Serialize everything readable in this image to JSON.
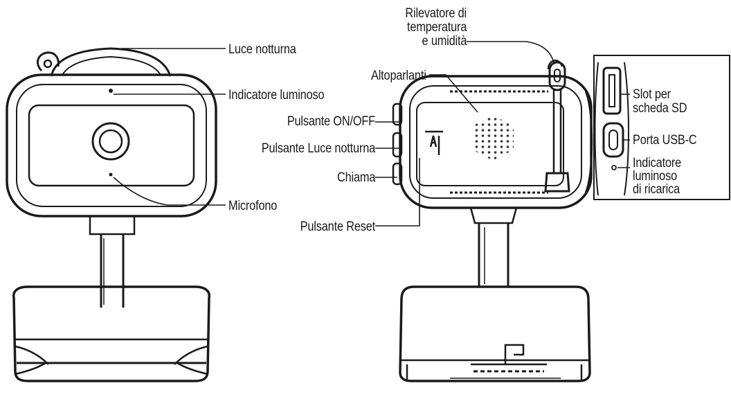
{
  "labels": {
    "luce_notturna": "Luce notturna",
    "indicatore_luminoso": "Indicatore luminoso",
    "pulsante_on_off": "Pulsante ON/OFF",
    "pulsante_luce_notturna": "Pulsante Luce notturna",
    "chiama": "Chiama",
    "microfono": "Microfono",
    "pulsante_reset": "Pulsante Reset",
    "altoparlanti": "Altoparlanti",
    "rilevatore_line1": "Rilevatore di",
    "rilevatore_line2": "temperatura",
    "rilevatore_line3": "e umidità",
    "slot_sd_line1": "Slot per",
    "slot_sd_line2": "scheda SD",
    "porta_usb": "Porta USB-C",
    "ricarica_line1": "Indicatore",
    "ricarica_line2": "luminoso",
    "ricarica_line3": "di ricarica"
  },
  "icons": {
    "front": "camera-front-view",
    "back": "camera-back-view",
    "side": "side-port-inset"
  },
  "colors": {
    "line": "#1a1a1a",
    "background": "#ffffff"
  }
}
